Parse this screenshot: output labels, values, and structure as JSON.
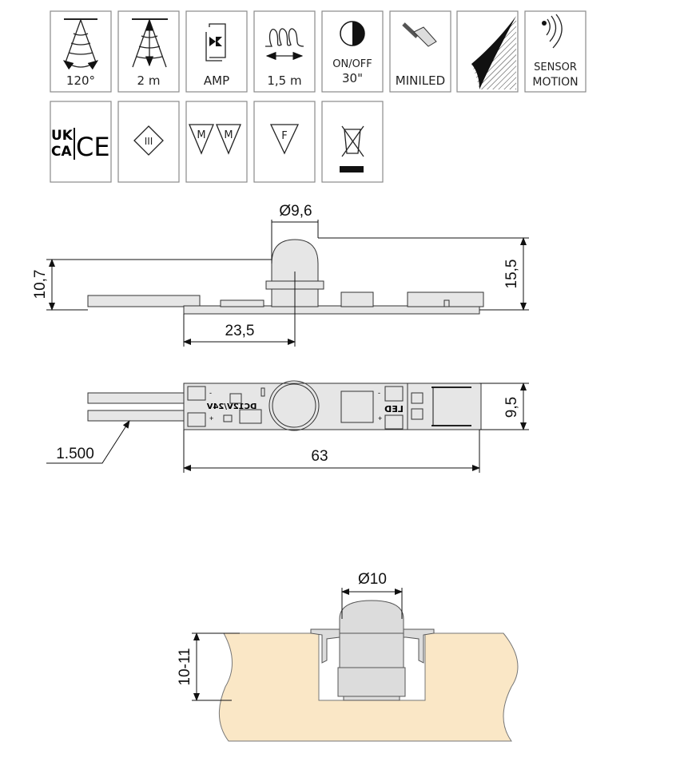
{
  "icons_row1": [
    {
      "icon": "detection-angle-icon",
      "label": "120°"
    },
    {
      "icon": "detection-distance-icon",
      "label": "2 m"
    },
    {
      "icon": "amp-connector-icon",
      "label": "AMP"
    },
    {
      "icon": "cable-length-icon",
      "label": "1,5 m"
    },
    {
      "icon": "on-off-timer-icon",
      "label_line1": "ON/OFF",
      "label_line2": "30\""
    },
    {
      "icon": "miniled-connector-icon",
      "label": "MINILED"
    },
    {
      "icon": "light-dark-icon"
    },
    {
      "icon": "motion-sensor-icon",
      "label_line1": "SENSOR",
      "label_line2": "MOTION"
    }
  ],
  "icons_row2": [
    {
      "icon": "ukca-ce-mark-icon",
      "mark_top": "UK",
      "mark_bottom": "CA",
      "mark_ce": "CE"
    },
    {
      "icon": "class-iii-icon",
      "mark": "III"
    },
    {
      "icon": "mm-mark-icon",
      "mark": "M"
    },
    {
      "icon": "f-mark-icon",
      "mark": "F"
    },
    {
      "icon": "weee-bin-icon"
    }
  ],
  "side_view": {
    "dome_diameter": "Ø9,6",
    "total_height": "15,5",
    "board_height": "10,7",
    "sensor_offset": "23,5"
  },
  "top_view": {
    "width": "9,5",
    "length": "63",
    "cable_length": "1.500",
    "pcb_label_voltage": "DC12V/24V",
    "pcb_label_led": "LED",
    "minus": "-",
    "plus": "+"
  },
  "install_view": {
    "hole_diameter": "Ø10",
    "thickness": "10-11"
  },
  "colors": {
    "wood": "#fae7c6",
    "part": "#dcdcdc"
  }
}
